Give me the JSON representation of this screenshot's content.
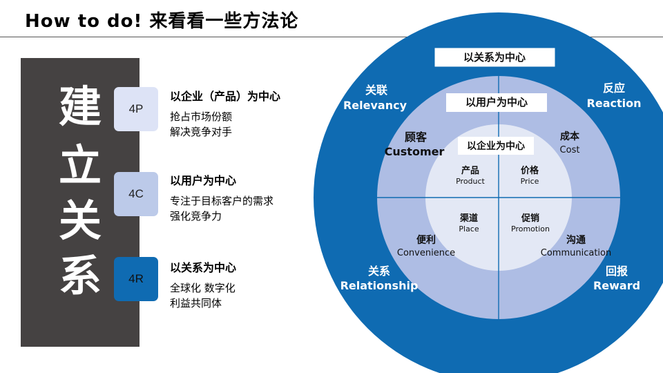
{
  "header": {
    "title": "How to do! 来看看一些方法论"
  },
  "side_panel": {
    "chars": [
      "建",
      "立",
      "关",
      "系"
    ]
  },
  "items": [
    {
      "tag": "4P",
      "heading": "以企业（产品）为中心",
      "lines": [
        "抢占市场份额",
        "解决竞争对手"
      ]
    },
    {
      "tag": "4C",
      "heading": "以用户为中心",
      "lines": [
        "专注于目标客户的需求",
        "强化竞争力"
      ]
    },
    {
      "tag": "4R",
      "heading": "以关系为中心",
      "lines": [
        "全球化 数字化",
        "利益共同体"
      ]
    }
  ],
  "colors": {
    "outer_ring": "#0f6bb2",
    "middle_ring": "#aebde4",
    "inner_circle": "#e3e8f5",
    "panel": "#454242"
  },
  "diagram": {
    "outer": {
      "center_label": "以关系为中心",
      "quadrants": [
        {
          "zh": "关联",
          "en": "Relevancy"
        },
        {
          "zh": "反应",
          "en": "Reaction"
        },
        {
          "zh": "关系",
          "en": "Relationship"
        },
        {
          "zh": "回报",
          "en": "Reward"
        }
      ]
    },
    "middle": {
      "center_label": "以用户为中心",
      "quadrants": [
        {
          "zh": "顾客",
          "en": "Customer"
        },
        {
          "zh": "成本",
          "en": "Cost"
        },
        {
          "zh": "便利",
          "en": "Convenience"
        },
        {
          "zh": "沟通",
          "en": "Communication"
        }
      ]
    },
    "inner": {
      "center_label": "以企业为中心",
      "quadrants": [
        {
          "zh": "产品",
          "en": "Product"
        },
        {
          "zh": "价格",
          "en": "Price"
        },
        {
          "zh": "渠道",
          "en": "Place"
        },
        {
          "zh": "促销",
          "en": "Promotion"
        }
      ]
    }
  }
}
